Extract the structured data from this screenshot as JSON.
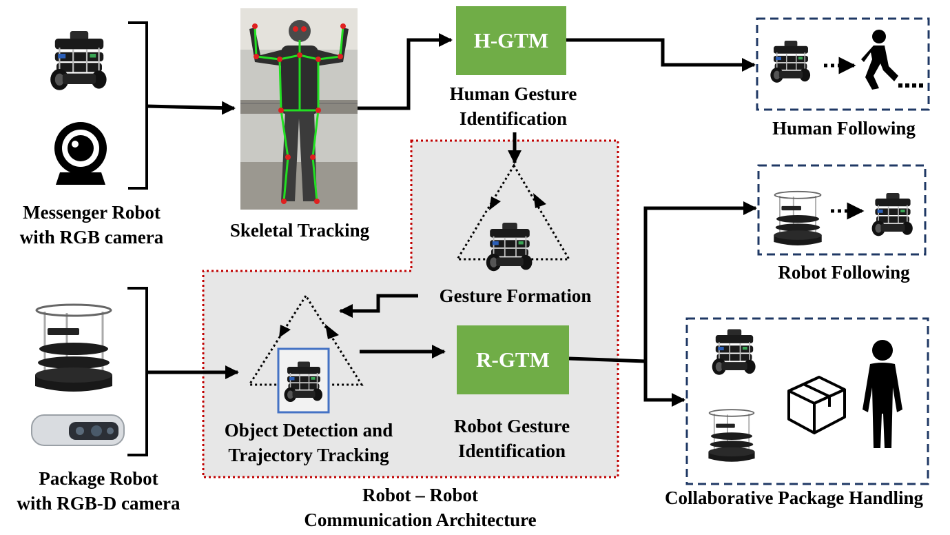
{
  "modules": {
    "hgtm": "H-GTM",
    "rgtm": "R-GTM"
  },
  "labels": {
    "messenger_line1": "Messenger Robot",
    "messenger_line2": "with RGB camera",
    "skeletal": "Skeletal Tracking",
    "hgi_line1": "Human Gesture",
    "hgi_line2": "Identification",
    "human_following": "Human Following",
    "robot_following": "Robot Following",
    "gesture_formation": "Gesture Formation",
    "package_line1": "Package Robot",
    "package_line2": "with RGB-D camera",
    "odt_line1": "Object Detection and",
    "odt_line2": "Trajectory Tracking",
    "rgi_line1": "Robot Gesture",
    "rgi_line2": "Identification",
    "arch_line1": "Robot – Robot",
    "arch_line2": "Communication Architecture",
    "cph": "Collaborative Package Handling"
  },
  "icons": {
    "messenger_robot": "turtlebot3-icon",
    "webcam": "webcam-icon",
    "skeleton_photo": "skeleton-tracking-photo",
    "package_robot": "turtlebot2-icon",
    "depth_camera": "realsense-camera-icon",
    "person": "person-icon",
    "walking_person": "walking-person-icon",
    "box": "package-box-icon"
  },
  "colors": {
    "module_green": "#70ad47",
    "region_border": "#c00000",
    "region_fill": "#e7e7e7",
    "output_border": "#1f3864",
    "detection_box": "#4472c4"
  }
}
